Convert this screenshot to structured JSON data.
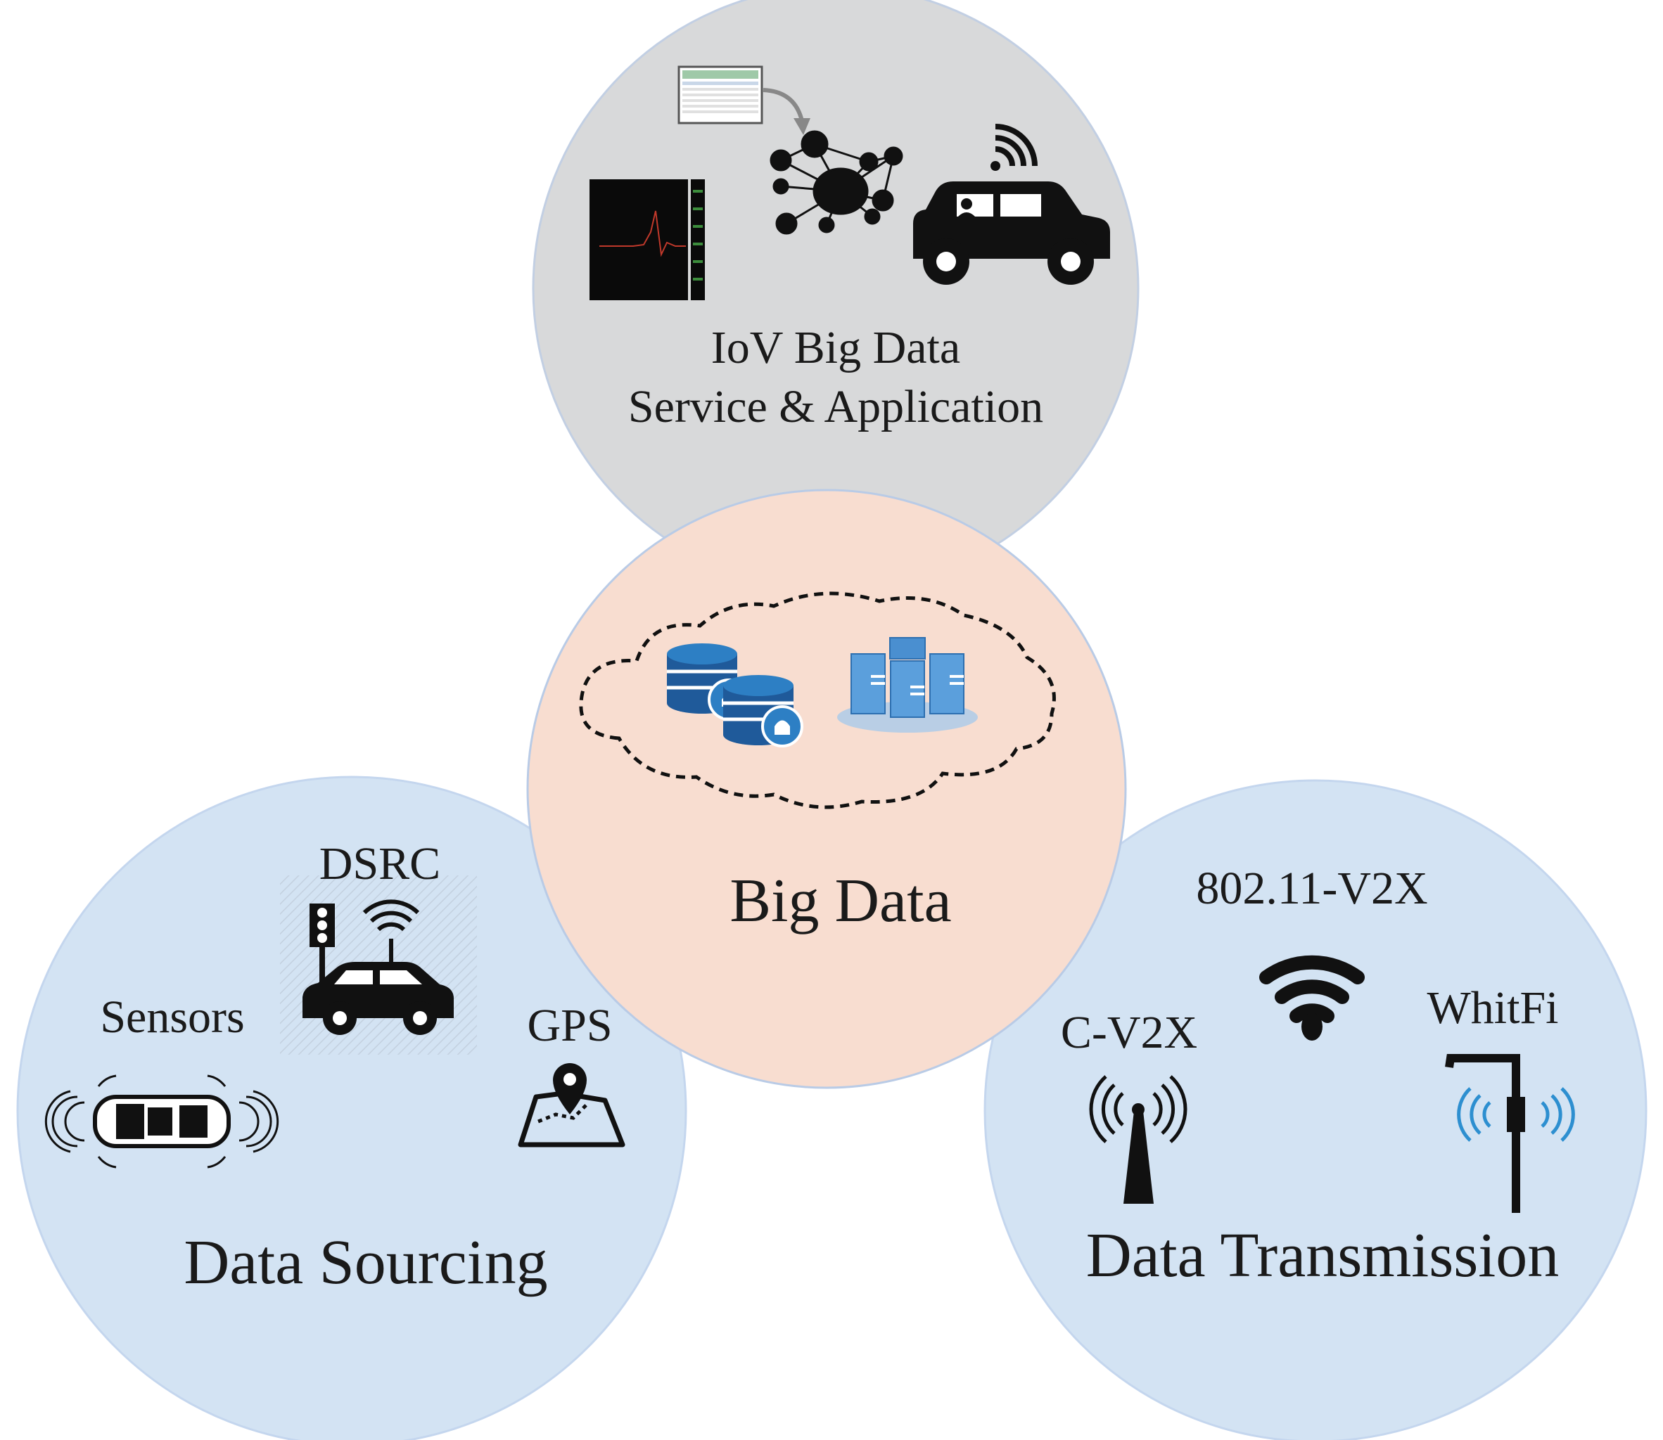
{
  "colors": {
    "top_circle": "#d8d9da",
    "center_circle": "#f8ddd0",
    "bottom_circles": "#d3e3f3",
    "circle_stroke": "#b9cbe6",
    "accent_blue": "#2d7fc4",
    "icon_black": "#111111"
  },
  "top_circle": {
    "title_line1": "IoV Big Data",
    "title_line2": "Service & Application",
    "icons": [
      "table-screenshot-icon",
      "arrow-icon",
      "network-graph-icon",
      "ecg-chart-icon",
      "connected-car-icon"
    ]
  },
  "center_circle": {
    "title": "Big Data",
    "icons": [
      "cloud-outline-icon",
      "database-lock-icon",
      "server-cluster-icon"
    ]
  },
  "left_circle": {
    "title": "Data Sourcing",
    "labels": {
      "dsrc": "DSRC",
      "sensors": "Sensors",
      "gps": "GPS"
    },
    "icons": [
      "traffic-light-icon",
      "car-wifi-icon",
      "car-sensor-icon",
      "map-pin-icon"
    ]
  },
  "right_circle": {
    "title": "Data Transmission",
    "labels": {
      "v2x_80211": "802.11-V2X",
      "cv2x": "C-V2X",
      "whitfi": "WhitFi"
    },
    "icons": [
      "wifi-icon",
      "cell-tower-icon",
      "whitespace-antenna-icon"
    ]
  }
}
